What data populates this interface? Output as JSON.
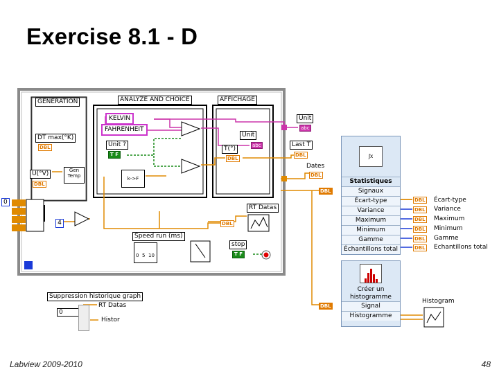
{
  "slide": {
    "title": "Exercise 8.1 - D",
    "footer_left": "Labview 2009-2010",
    "page_number": "48"
  },
  "diagram": {
    "sections": {
      "generation": "GENERATION",
      "analyze": "ANALYZE AND CHOICE",
      "affichage": "AFFICHAGE"
    },
    "constants": {
      "kelvin": "KELVIN",
      "fahrenheit": "FAHRENHEIT",
      "loop_count": "4"
    },
    "controls": {
      "dt_max": "DT max(°K)",
      "u_v": "U(°V)",
      "unit_q": "Unit ?",
      "speed_run": "Speed run (ms)",
      "stop": "stop",
      "suppression": "Suppression historique graph",
      "suppression_value": "0"
    },
    "indicators": {
      "unit_top": "Unit",
      "unit_inner": "Unit",
      "t_c": "T(°)",
      "last_t": "Last T",
      "dates": "Dates",
      "rt_datas": "RT Datas",
      "rt_datas2": "RT Datas",
      "histogram": "Histogram",
      "histor": "Histor"
    },
    "subvis": {
      "gen_temp": "Gen Temp",
      "formula": "k->F"
    },
    "dial_ticks": [
      "0",
      "5",
      "10"
    ],
    "type_tags": {
      "dbl": "DBL",
      "tf": "T F",
      "abc": "abc"
    },
    "left_edge_value": "0"
  },
  "statistics": {
    "title": "Statistiques",
    "inputs": [
      "Signaux",
      "Écart-type",
      "Variance",
      "Maximum",
      "Minimum",
      "Gamme",
      "Échantillons total"
    ],
    "outputs": [
      "Écart-type",
      "Variance",
      "Maximum",
      "Minimum",
      "Gamme",
      "Échantillons total"
    ]
  },
  "histogram_vi": {
    "title_line1": "Créer un",
    "title_line2": "histogramme",
    "inputs": [
      "Signal",
      "Histogramme"
    ]
  }
}
